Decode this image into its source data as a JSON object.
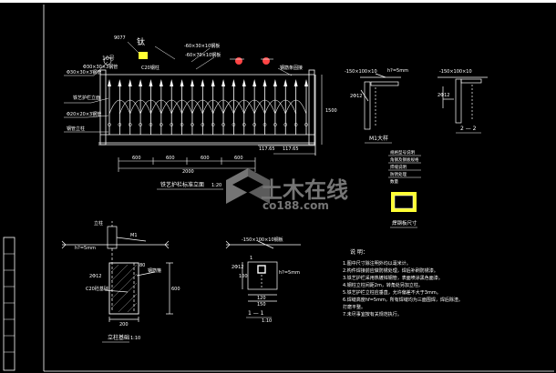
{
  "colors": {
    "background": "#000000",
    "line": "#ffffff",
    "accent_yellow": "#ffff33",
    "accent_red": "#ff4444",
    "accent_green": "#44dd44",
    "accent_cyan": "#33cccc",
    "watermark": "#8a8a8a"
  },
  "fence_elevation": {
    "caption": "铁艺护栏标准立面",
    "callouts": {
      "c0": "钛",
      "c1": "10号",
      "c2": "C20钢柱",
      "c3": "Φ30×30×3钢管",
      "c4": "钢管立柱",
      "c5": "铁艺护栏立面",
      "c6": "Φ20×20×3钢管",
      "c7": "Φ30×30×3钢管",
      "c8": "-60×30×10钢板",
      "c9": "-60×70×10钢板",
      "c10": "钢筋条固接",
      "c11": "9077",
      "c12": "1:20"
    },
    "dims": {
      "d0": "600",
      "d1": "600",
      "d2": "600",
      "d3": "600",
      "d4": "2000",
      "d5": "117.65",
      "d6": "117.65",
      "d7": "1500"
    }
  },
  "section_1": {
    "top_label": "-150×100×10",
    "side_dim": "2Φ12",
    "plate_label": "h?=5mm",
    "caption": "M1大样"
  },
  "section_2": {
    "top_label": "-150×100×10",
    "side_dim": "2Φ12",
    "caption": "2 — 2"
  },
  "weld_plate": {
    "items": [
      "规格型号说明",
      "角钢及钢板规格",
      "焊缝说明",
      "防锈处理",
      "数量"
    ],
    "caption": "焊钢板尺寸"
  },
  "post_foundation": {
    "callouts": {
      "c0": "立柱",
      "c1": "M1",
      "c2": "h?=5mm",
      "c3": "2Φ12",
      "c4": "C20砼基础",
      "c5": "钢筋箍"
    },
    "dims": {
      "d0": "200",
      "d1": "600",
      "d2": "80"
    },
    "caption": "立柱基础",
    "scale": "1:10"
  },
  "section_1_1": {
    "callouts": {
      "c0": "-150×100×10钢板",
      "c1": "1",
      "c2": "2Φ12",
      "c3": "h?=5mm"
    },
    "dims": {
      "d0": "100",
      "d1": "120",
      "d2": "150"
    },
    "caption": "1 — 1",
    "scale": "1:10"
  },
  "notes": {
    "title": "说 明：",
    "lines": [
      "1.图中尺寸除注明外均以毫米计。",
      "2.构件焊接前应做防锈处理，焊后补刷防锈漆。",
      "3.铁艺护栏采用热镀锌钢管，表面喷涂黑色面漆。",
      "4.钢柱立柱间距2m，转角处另加立柱。",
      "5.铁艺护栏立柱应垂直，允许偏差不大于3mm。",
      "6.焊缝高度hf=5mm，所有焊缝均为三面围焊，焊后除渣。",
      "   打磨平整。",
      "7.未尽事宜按有关规范执行。"
    ]
  },
  "title_block": {
    "cells": [
      "",
      "",
      "",
      "",
      "",
      "",
      "",
      ""
    ]
  },
  "watermark": {
    "cn": "土木在线",
    "en": "co188.com"
  }
}
